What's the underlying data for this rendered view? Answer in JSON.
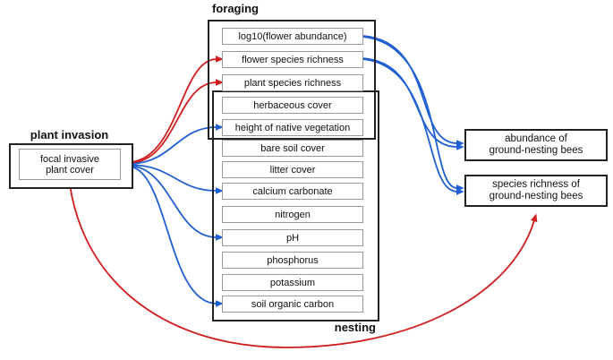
{
  "colors": {
    "red": "#cf1d1d",
    "blue": "#1f5fd2",
    "border_dark": "#222222",
    "border_gray": "#999999"
  },
  "groups": {
    "foraging_label": "foraging",
    "nesting_label": "nesting",
    "plant_invasion_label": "plant invasion"
  },
  "nodes": {
    "focal": {
      "line1": "focal invasive",
      "line2": "plant cover"
    },
    "center": [
      "log10(flower abundance)",
      "flower species richness",
      "plant species richness",
      "herbaceous cover",
      "height of native vegetation",
      "bare soil cover",
      "litter cover",
      "calcium carbonate",
      "nitrogen",
      "pH",
      "phosphorus",
      "potassium",
      "soil organic carbon"
    ],
    "right": [
      {
        "line1": "abundance of",
        "line2": "ground-nesting bees"
      },
      {
        "line1": "species richness of",
        "line2": "ground-nesting bees"
      }
    ]
  },
  "edges": [
    {
      "id": "inv-fsr",
      "from": "focal invasive plant cover",
      "to": "flower species richness",
      "color": "red"
    },
    {
      "id": "inv-psr",
      "from": "focal invasive plant cover",
      "to": "plant species richness",
      "color": "red"
    },
    {
      "id": "inv-hnv",
      "from": "focal invasive plant cover",
      "to": "height of native vegetation",
      "color": "blue"
    },
    {
      "id": "inv-cc",
      "from": "focal invasive plant cover",
      "to": "calcium carbonate",
      "color": "blue"
    },
    {
      "id": "inv-ph",
      "from": "focal invasive plant cover",
      "to": "pH",
      "color": "blue"
    },
    {
      "id": "inv-soc",
      "from": "focal invasive plant cover",
      "to": "soil organic carbon",
      "color": "blue"
    },
    {
      "id": "inv-srb",
      "from": "focal invasive plant cover",
      "to": "species richness of ground-nesting bees",
      "color": "red"
    },
    {
      "id": "lfa-ab",
      "from": "log10(flower abundance)",
      "to": "abundance of ground-nesting bees",
      "color": "blue"
    },
    {
      "id": "lfa-srb",
      "from": "log10(flower abundance)",
      "to": "species richness of ground-nesting bees",
      "color": "blue"
    },
    {
      "id": "fsr-ab",
      "from": "flower species richness",
      "to": "abundance of ground-nesting bees",
      "color": "blue"
    },
    {
      "id": "fsr-srb",
      "from": "flower species richness",
      "to": "species richness of ground-nesting bees",
      "color": "blue"
    }
  ]
}
